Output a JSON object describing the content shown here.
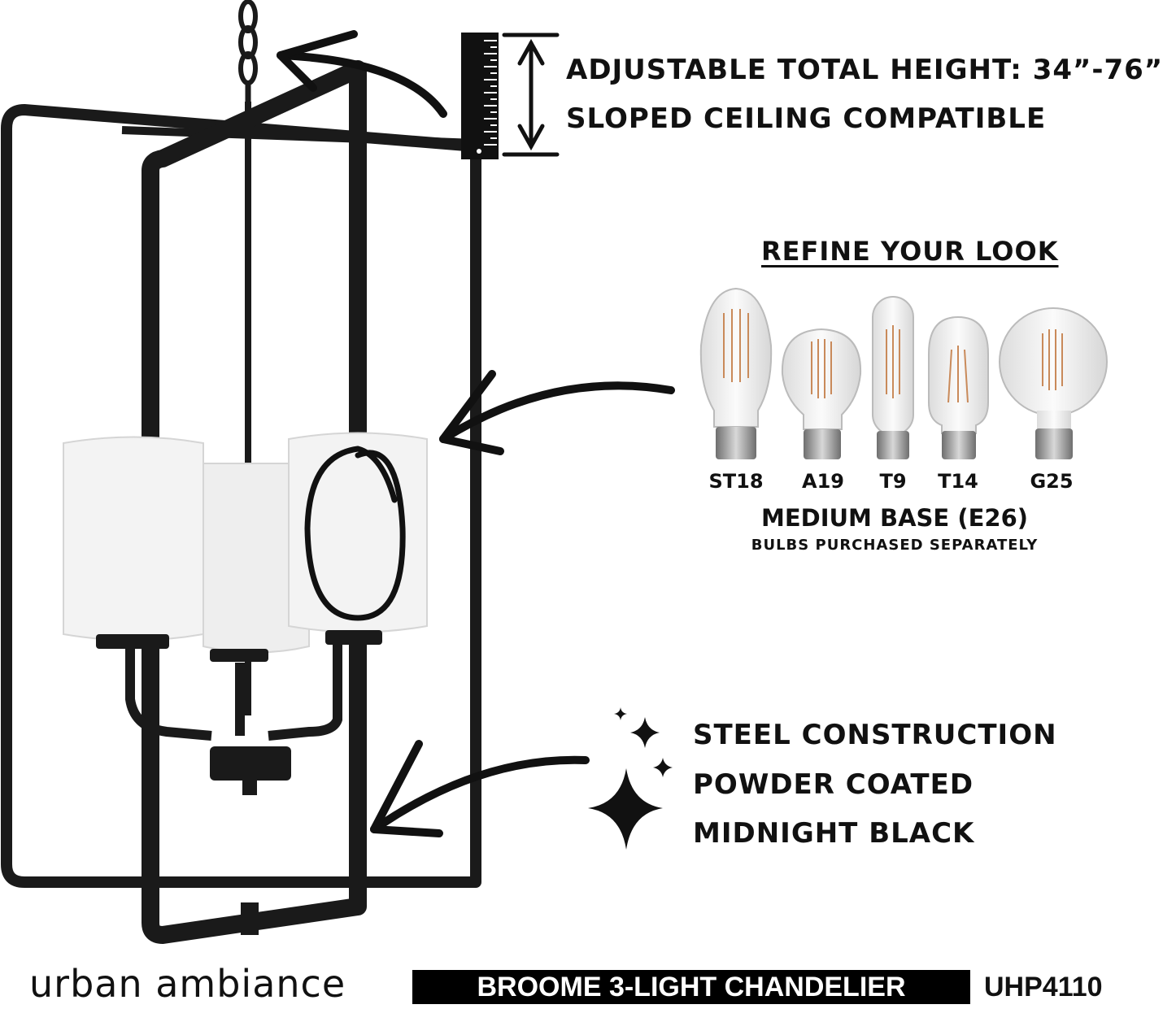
{
  "features": {
    "height_line": "ADJUSTABLE TOTAL HEIGHT: 34”-76”",
    "ceiling_line": "SLOPED CEILING COMPATIBLE",
    "refine_title": "REFINE YOUR LOOK",
    "bulbs": [
      {
        "label": "ST18",
        "icon": "st18-bulb-icon"
      },
      {
        "label": "A19",
        "icon": "a19-bulb-icon"
      },
      {
        "label": "T9",
        "icon": "t9-bulb-icon"
      },
      {
        "label": "T14",
        "icon": "t14-bulb-icon"
      },
      {
        "label": "G25",
        "icon": "g25-bulb-icon"
      }
    ],
    "base_line": "MEDIUM BASE (E26)",
    "bulbs_note": "BULBS PURCHASED SEPARATELY",
    "material_lines": [
      "STEEL CONSTRUCTION",
      "POWDER COATED",
      "MIDNIGHT BLACK"
    ]
  },
  "footer": {
    "brand": "urban ambiance",
    "product_name": "BROOME 3-LIGHT CHANDELIER",
    "sku": "UHP4110"
  },
  "colors": {
    "ink": "#111111",
    "frame": "#1a1a1a",
    "shade": "#f2f2f2",
    "bulb_filament": "#c98a5a"
  }
}
